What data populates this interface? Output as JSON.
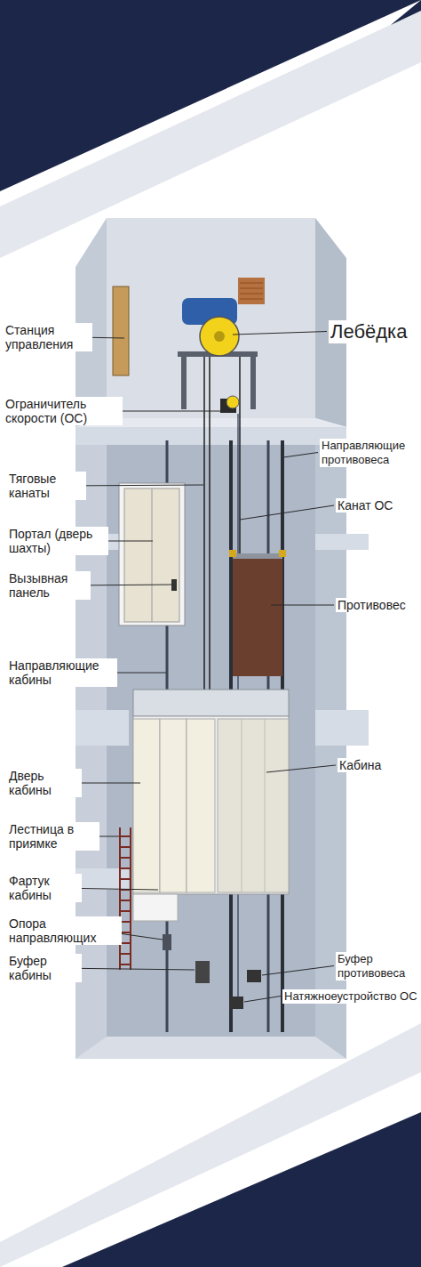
{
  "diagram": {
    "labels": [
      "Станция управления",
      "Лебёдка",
      "Ограничитель скорости (ОС)",
      "Направляющие противовеса",
      "Тяговые канаты",
      "Канат ОС",
      "Портал (дверь шахты)",
      "Вызывная панель",
      "Противовес",
      "Направляющие кабины",
      "Кабина",
      "Дверь кабины",
      "Лестница в приямке",
      "Фартук кабины",
      "Опора направляющих",
      "Буфер кабины",
      "Буфер противовеса",
      "Натяжноеустройство ОС"
    ]
  }
}
